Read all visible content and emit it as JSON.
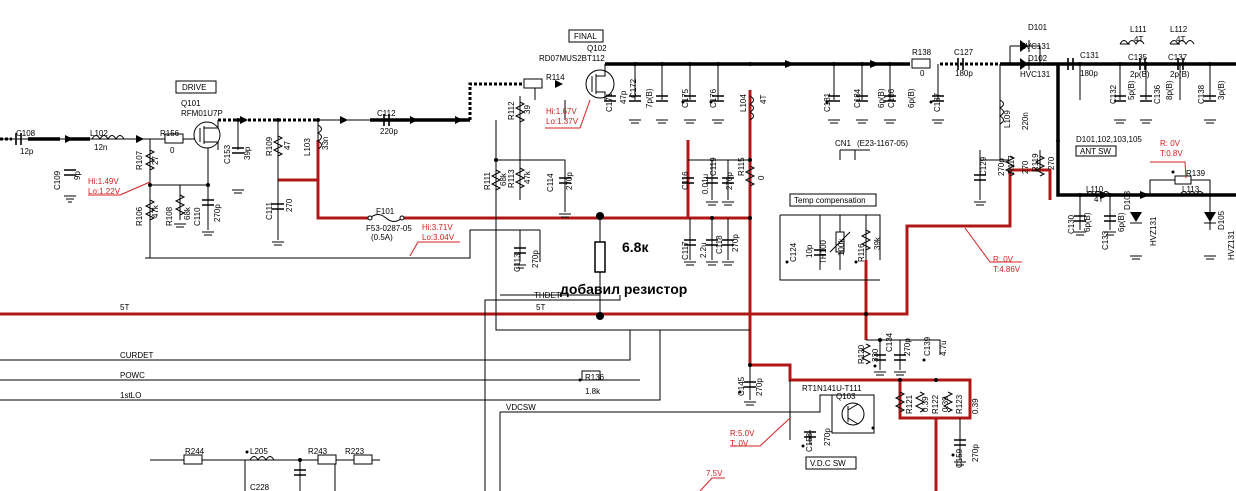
{
  "boxes": {
    "drive": "DRIVE",
    "final": "FINAL",
    "temp_comp": "Temp compensation",
    "ant_sw": "ANT SW",
    "vdc_sw": "V.D.C SW"
  },
  "transistors": {
    "q101_ref": "Q101",
    "q101_part": "RFM01U7P",
    "q102_ref": "Q102",
    "q102_part": "RD07MUS2BT112",
    "q103_ref": "Q103",
    "q103_part": "RT1N141U-T111",
    "d101_ref": "D101",
    "d101_part": "HVC131",
    "d102_ref": "D102",
    "d102_part": "HVC131",
    "d_group": "D101,102,103,105",
    "d103": "D103",
    "d103_part": "HVZ131",
    "d105": "D105",
    "d105_part": "HVZ131"
  },
  "parts": {
    "c108": "C108",
    "c108v": "12p",
    "l102": "L102",
    "l102v": "12n",
    "r156": "R156",
    "r156v": "0",
    "r107": "R107",
    "r107v": "27",
    "c109": "C109",
    "c109v": "9p",
    "r106": "R106",
    "r106v": "47k",
    "r108": "R108",
    "r108v": "68k",
    "c110": "C110",
    "c110v": "270p",
    "c153": "C153",
    "c153v": "39p",
    "r109": "R109",
    "r109v": "47",
    "l103": "L103",
    "l103v": "33n",
    "c111": "C111",
    "c111v": "270",
    "c112": "C112",
    "c112v": "220p",
    "f101": "F101",
    "f101v": "F53-0287-05",
    "f101a": "(0.5A)",
    "r114": "R114",
    "r112": "R112",
    "r112v": "39",
    "r111": "R111",
    "r111v": "68k",
    "r113": "R113",
    "r113v": "47k",
    "c114": "C114",
    "c114v": "270p",
    "c113": "C113",
    "c113v": "270p",
    "c171": "C171",
    "c171v": "47p",
    "c172": "C172",
    "c172v": "7p(B)",
    "c175": "C175",
    "c176": "C176",
    "l104": "L104",
    "l104v": "4T",
    "c116": "C116",
    "c116v": "0.01u",
    "c119": "C119",
    "c119v": "270p",
    "r115": "R115",
    "r115v": "0",
    "c117": "C117",
    "c117v": "2.2u",
    "c118": "C118",
    "c118v": "270p",
    "c181": "C181",
    "c184": "C184",
    "c184v": "6p(B)",
    "c186": "C186",
    "c186v": "6p(B)",
    "c187": "C187",
    "r138": "R138",
    "r138v": "0",
    "c127": "C127",
    "c127v": "180p",
    "cn1": "CN1",
    "cn1v": "(E23-1167-05)",
    "c124": "C124",
    "c124v": "10p",
    "th100": "TH100",
    "th100v": "100k",
    "r116": "R116",
    "r116v": "39k",
    "l109": "L109",
    "l109v": "220n",
    "c129": "C129",
    "c129v": "270p",
    "r117": "R117",
    "r117v": "270",
    "r119": "R119",
    "r119v": "270",
    "l111": "L111",
    "l111v": "4T",
    "l112": "L112",
    "l112v": "4T",
    "c131": "C131",
    "c131v": "180p",
    "c135": "C135",
    "c135v": "2p(B)",
    "c137": "C137",
    "c137v": "2p(B)",
    "c132": "C132",
    "c132v": "5p(B)",
    "c136": "C136",
    "c136v": "8p(B)",
    "c138": "C138",
    "c138v": "3p(B)",
    "l110": "L110",
    "l110v": "4T",
    "r139": "R139",
    "l113": "L113",
    "c130": "C130",
    "c130v": "6p(B)",
    "c133": "C133",
    "c133v": "6p(B)",
    "r120": "R120",
    "r120v": "330",
    "c134": "C134",
    "c134v": "270p",
    "c139": "C139",
    "c139v": "4.7u",
    "r136": "R136",
    "r136v": "1.8k",
    "c145": "C145",
    "c145v": "270p",
    "r121": "R121",
    "r121v": "0.39",
    "r122": "R122",
    "r122v": "0.39",
    "r123": "R123",
    "r123v": "0.39",
    "c158": "C158",
    "c158v": "270p",
    "c159": "C159",
    "c159v": "270p",
    "r244": "R244",
    "l205": "L205",
    "r243": "R243",
    "r223": "R223",
    "c228": "C228"
  },
  "nets": {
    "5t_left": "5T",
    "5t_mid": "5T",
    "thdet": "THDET",
    "curdet": "CURDET",
    "powc": "POWC",
    "txlo": "1stLO",
    "vdcsw": "VDCSW"
  },
  "voltages": {
    "q101_hi": "Hi:1.49V",
    "q101_lo": "Lo:1.22V",
    "f101_hi": "Hi:3.71V",
    "f101_lo": "Lo:3.04V",
    "q102_hi": "Hi:1.67V",
    "q102_lo": "Lo:1.37V",
    "ant_r": "R: 0V",
    "ant_t": "T:4.86V",
    "sw_r": "R: 0V",
    "sw_t": "T:0.8V",
    "vdc_r": "R:5.0V",
    "vdc_t": "T: 0V",
    "v75": "7.5V"
  },
  "annotations": {
    "resistor_value": "6.8к",
    "added_resistor": "добавил резистор"
  }
}
